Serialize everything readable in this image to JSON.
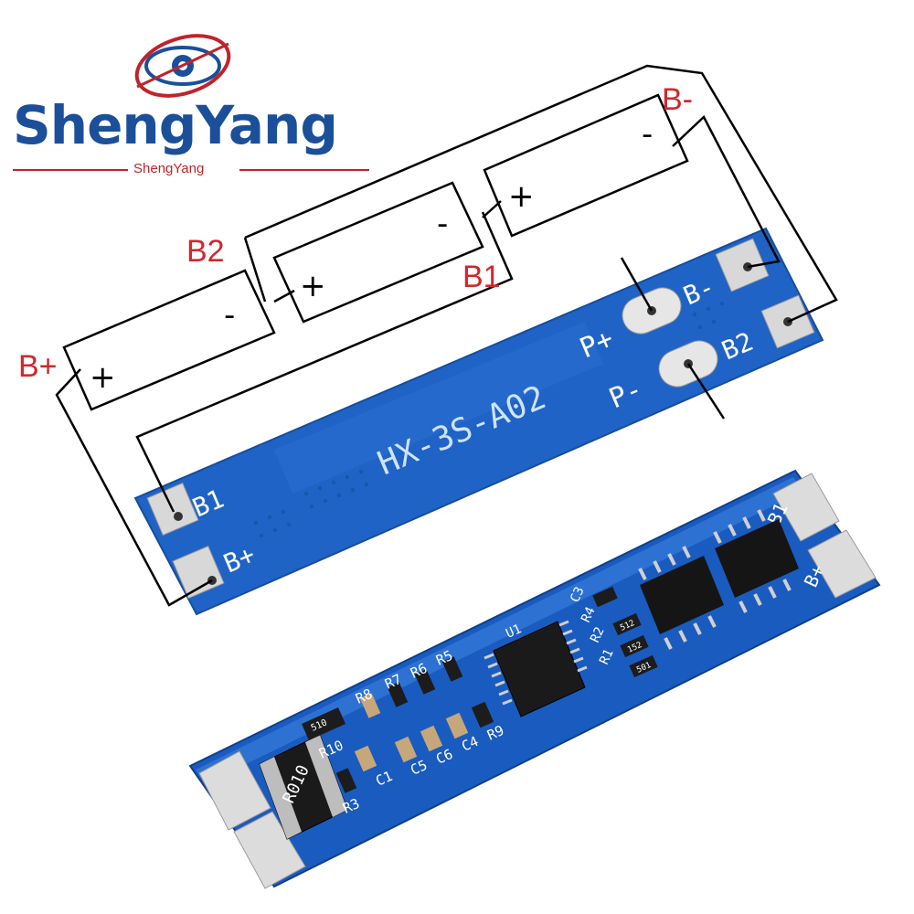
{
  "logo": {
    "brand": "ShengYang",
    "subtitle": "ShengYang"
  },
  "wiring": {
    "b_minus": "B-",
    "b2": "B2",
    "b1": "B1",
    "b_plus": "B+"
  },
  "cells": {
    "plus": "+",
    "minus": "-"
  },
  "board": {
    "model": "HX-3S-A02",
    "p_plus": "P+",
    "p_minus": "P-",
    "pad_b1": "B1",
    "pad_b_plus": "B+",
    "pad_b_minus": "B-",
    "pad_b2": "B2"
  },
  "photo": {
    "pad_b1": "B1",
    "pad_b_plus": "B+",
    "shunt": "R010",
    "resistor_small": "510",
    "r5": "512",
    "r6": "152",
    "r7": "501",
    "silk_labels": [
      "R8",
      "R7",
      "R6",
      "R5",
      "R10",
      "C1",
      "C5",
      "C6",
      "C4",
      "R9",
      "R3",
      "C3",
      "R2",
      "R1",
      "R4",
      "U1"
    ]
  },
  "colors": {
    "brand_blue": "#1b4f9a",
    "label_red": "#d0272d",
    "pcb_blue": "#1f63c6",
    "pad_silver": "#d8d8d8"
  }
}
